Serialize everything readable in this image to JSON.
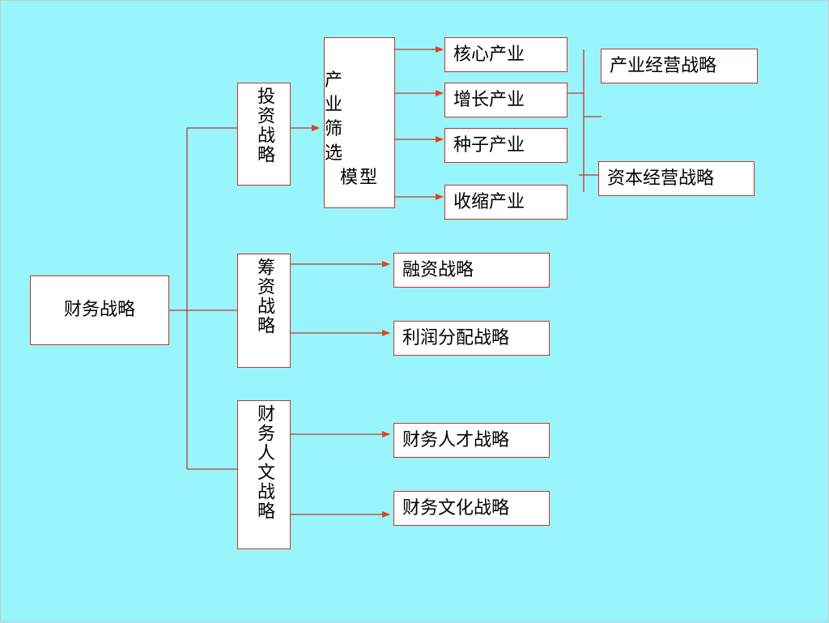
{
  "root": {
    "label": "财务战略"
  },
  "level1": {
    "investment": "投资战略",
    "financing": "筹资战略",
    "humanities": "财务人文战略"
  },
  "screening_model": {
    "line1": "产 业",
    "line2": "筛 选",
    "line3": "模型"
  },
  "industries": {
    "core": "核心产业",
    "growth": "增长产业",
    "seed": "种子产业",
    "shrinking": "收缩产业"
  },
  "operations": {
    "industry_ops": "产业经营战略",
    "capital_ops": "资本经营战略"
  },
  "financing_children": {
    "raising": "融资战略",
    "profit_distribution": "利润分配战略"
  },
  "humanities_children": {
    "talent": "财务人才战略",
    "culture": "财务文化战略"
  },
  "colors": {
    "background": "#97f5fb",
    "line": "#c0392b",
    "arrow": "#e8401c",
    "box": "#ffffff"
  }
}
